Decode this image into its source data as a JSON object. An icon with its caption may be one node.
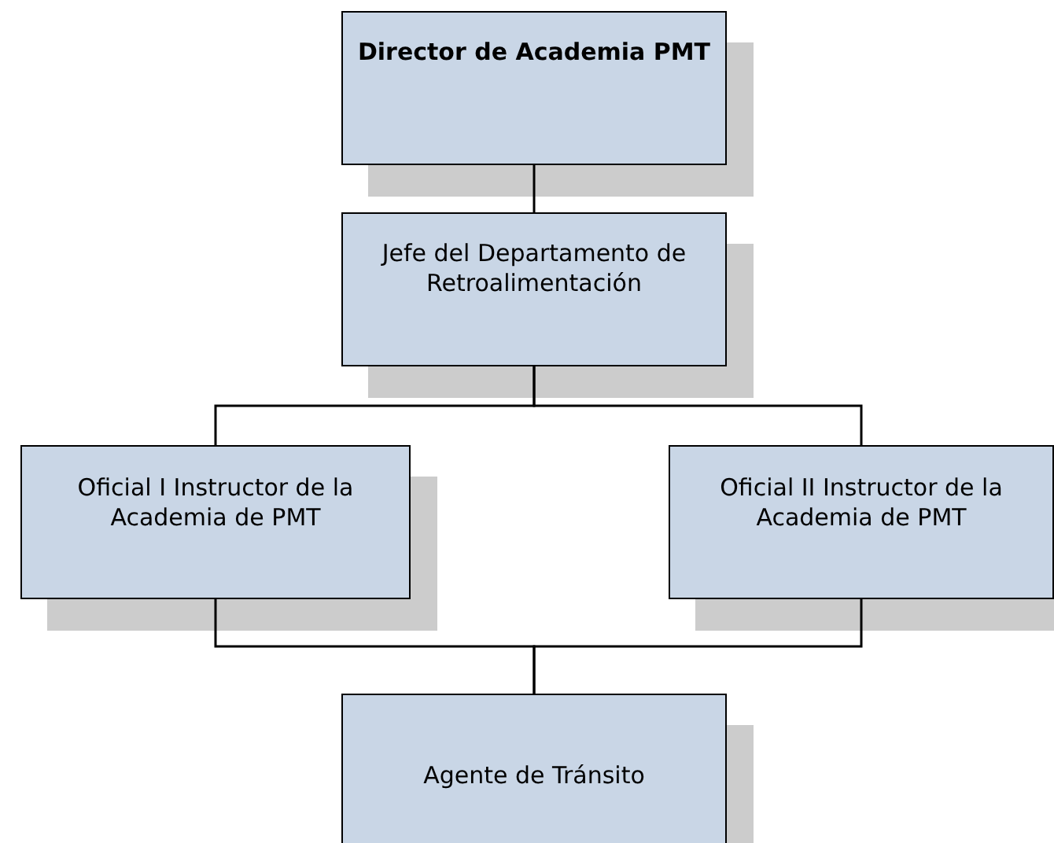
{
  "diagram": {
    "nodes": [
      {
        "text": [
          "Director de Academia PMT"
        ]
      },
      {
        "text": [
          "Jefe del Departamento de Retroalimentación"
        ]
      },
      {
        "text": [
          "Oficial I Instructor de la Academia de PMT"
        ]
      },
      {
        "text": [
          "Oficial II Instructor de la Academia de PMT"
        ]
      },
      {
        "text": [
          "Agente de Tránsito"
        ]
      }
    ],
    "edges": [
      {
        "from": 0,
        "to": 1,
        "arrow": "none"
      },
      {
        "from": 1,
        "to": 2,
        "arrow": "none"
      },
      {
        "from": 1,
        "to": 3,
        "arrow": "none"
      },
      {
        "from": 2,
        "to": 4,
        "arrow": "none"
      },
      {
        "from": 3,
        "to": 4,
        "arrow": "none"
      }
    ]
  }
}
